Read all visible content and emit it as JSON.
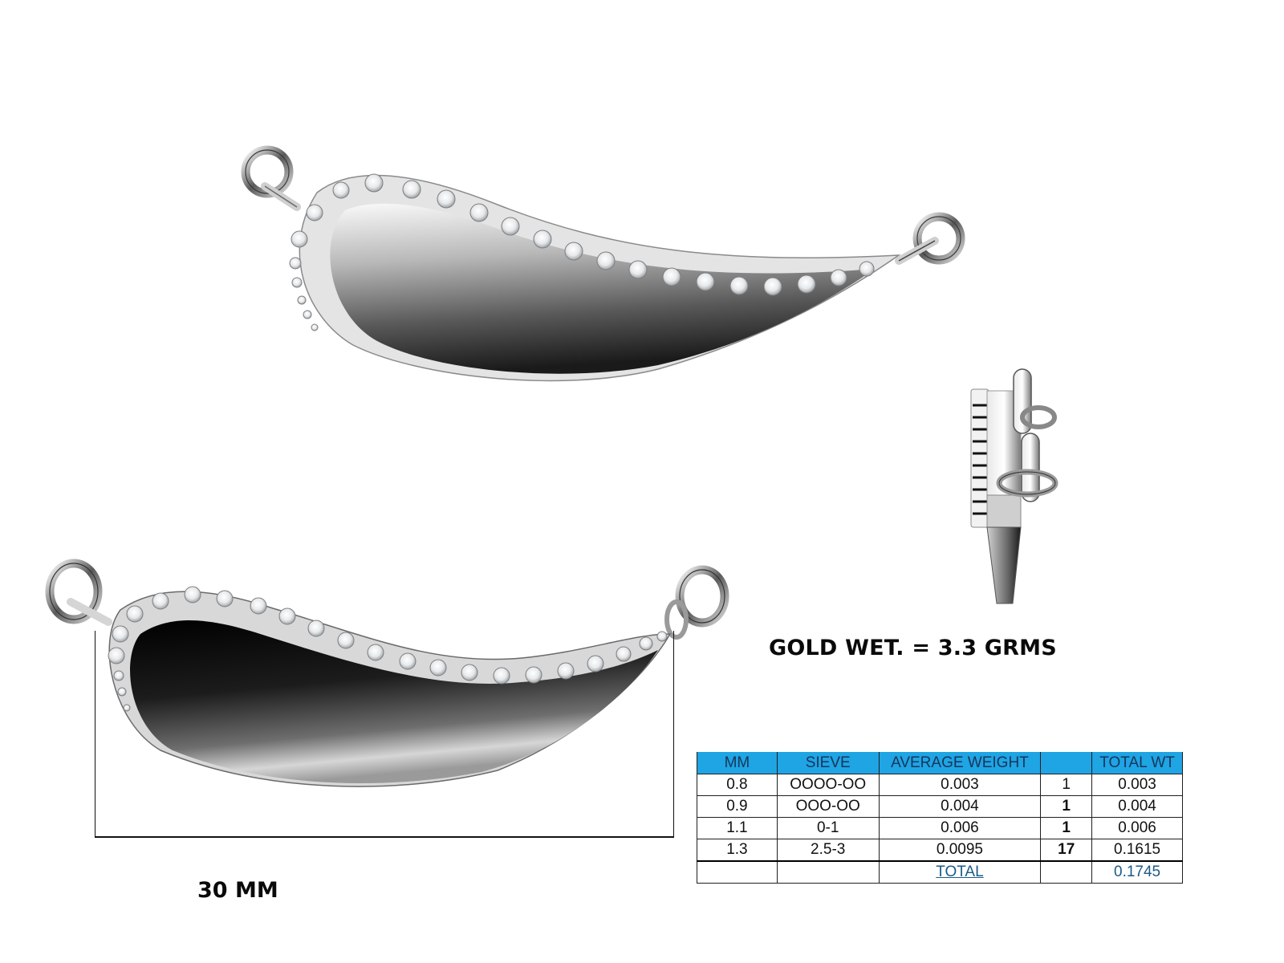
{
  "sheet": {
    "gold_weight_label": "GOLD WET. = 3.3 GRMS",
    "dimension_label": "30 MM"
  },
  "views": {
    "top_view": {
      "name": "pendant-front-view",
      "stone_count_visible": 28
    },
    "side_view": {
      "name": "pendant-side-view"
    },
    "angled_view": {
      "name": "pendant-angled-view-with-dimension"
    }
  },
  "colors": {
    "header_blue": "#1fa4e4",
    "header_text": "#16365a",
    "total_text": "#1b5b86",
    "metal_light": "#f2f2f2",
    "metal_dark": "#111111"
  },
  "stone_table": {
    "headers": [
      "MM",
      "SIEVE",
      "AVERAGE WEIGHT",
      "",
      "TOTAL WT"
    ],
    "rows": [
      {
        "mm": "0.8",
        "sieve": "OOOO-OO",
        "avg_weight": "0.003",
        "qty": "1",
        "total_wt": "0.003"
      },
      {
        "mm": "0.9",
        "sieve": "OOO-OO",
        "avg_weight": "0.004",
        "qty": "1",
        "total_wt": "0.004"
      },
      {
        "mm": "1.1",
        "sieve": "0-1",
        "avg_weight": "0.006",
        "qty": "1",
        "total_wt": "0.006"
      },
      {
        "mm": "1.3",
        "sieve": "2.5-3",
        "avg_weight": "0.0095",
        "qty": "17",
        "total_wt": "0.1615"
      }
    ],
    "total_label": "TOTAL",
    "total_value": "0.1745"
  }
}
